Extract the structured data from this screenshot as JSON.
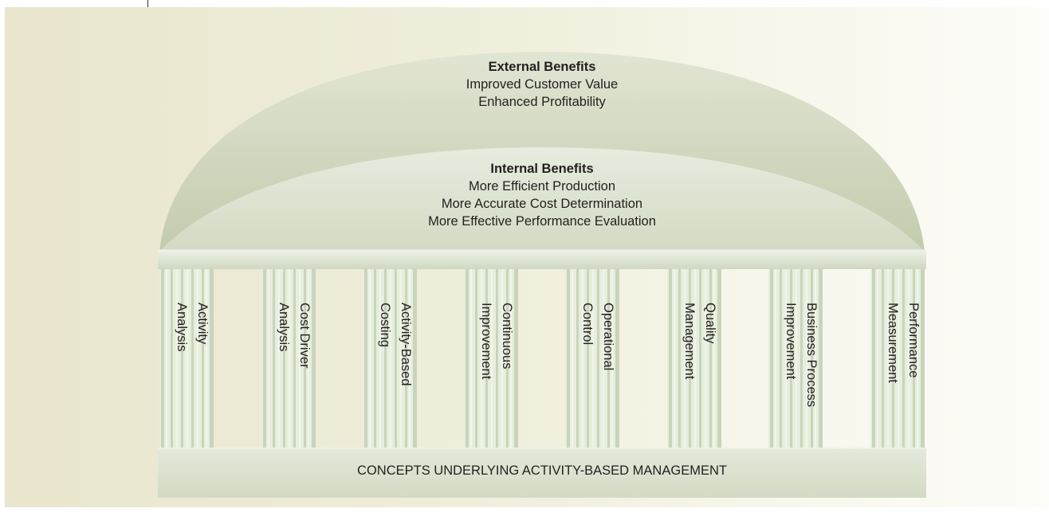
{
  "external": {
    "heading": "External Benefits",
    "lines": [
      "Improved Customer Value",
      "Enhanced Profitability"
    ]
  },
  "internal": {
    "heading": "Internal Benefits",
    "lines": [
      "More Efficient Production",
      "More Accurate Cost Determination",
      "More Effective Performance Evaluation"
    ]
  },
  "pillars": [
    "Activity\nAnalysis",
    "Cost Driver\nAnalysis",
    "Activity-Based\nCosting",
    "Continuous\nImprovement",
    "Operational\nControl",
    "Quality\nManagement",
    "Business Process\nImprovement",
    "Performance\nMeasurement"
  ],
  "base": {
    "label": "CONCEPTS UNDERLYING ACTIVITY-BASED MANAGEMENT"
  },
  "colors": {
    "dome_outer": "#cfd5bb",
    "dome_inner": "#dbe3ce",
    "pillar_light": "#e6eedd",
    "pillar_dark": "#c9d4bc",
    "base": "#dbe2cd"
  }
}
